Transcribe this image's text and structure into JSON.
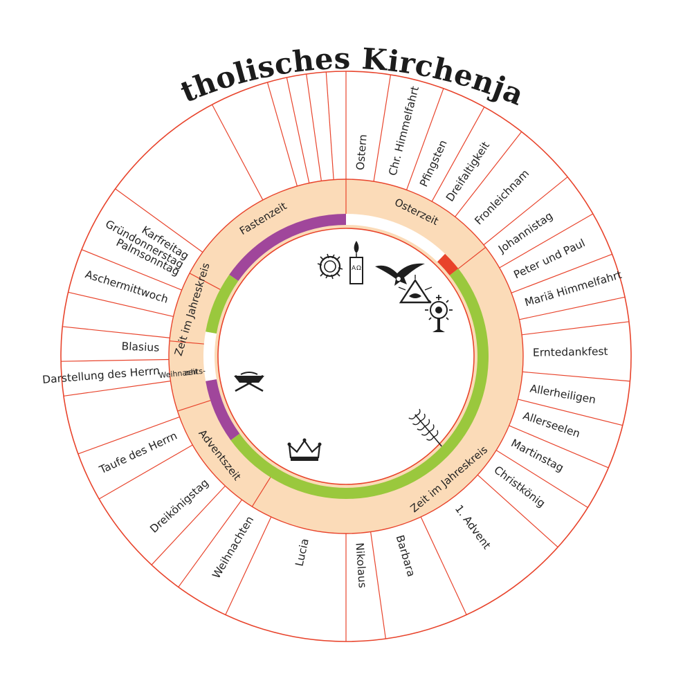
{
  "title": "Katholisches Kirchenjahr",
  "colors": {
    "line": "#e8432b",
    "band": "#fbdbb8",
    "purple": "#a0469b",
    "green": "#9ac83d",
    "red": "#e8432b",
    "white": "#ffffff"
  },
  "seasons": [
    {
      "id": "fastenzeit",
      "label": "Fastenzeit",
      "color": "purple"
    },
    {
      "id": "osterzeit",
      "label": "Osterzeit",
      "color": "white"
    },
    {
      "id": "pfingsten",
      "label": "",
      "color": "red"
    },
    {
      "id": "jahreskreis-2",
      "label": "Zeit im Jahreskreis",
      "color": "green"
    },
    {
      "id": "adventszeit",
      "label": "Adventszeit",
      "color": "purple"
    },
    {
      "id": "weihnachtszeit",
      "label": "Weihnachts-zeit",
      "lines": [
        "Weihnachts-",
        "zeit"
      ],
      "color": "white"
    },
    {
      "id": "jahreskreis-1",
      "label": "Zeit im Jahreskreis",
      "color": "green"
    }
  ],
  "feasts": [
    "Ostern",
    "Chr. Himmelfahrt",
    "Pfingsten",
    "Dreifaltigkeit",
    "Fronleichnam",
    "Johannistag",
    "Peter und Paul",
    "Mariä Himmelfahrt",
    "Erntedankfest",
    "Allerheiligen",
    "Allerseelen",
    "Martinstag",
    "Christkönig",
    "1. Advent",
    "Barbara",
    "Nikolaus",
    "Lucia",
    "Weihnachten",
    "Dreikönigstag",
    "Taufe des Herrn",
    "Darstellung des Herrn",
    "Blasius",
    "Aschermittwoch",
    "Palmsonntag",
    "Gründonnerstag",
    "Karfreitag"
  ],
  "icons": [
    "crown-of-thorns-icon",
    "easter-candle-icon",
    "dove-icon",
    "trinity-eye-icon",
    "monstrance-icon",
    "wheat-icon",
    "crown-icon",
    "manger-icon"
  ]
}
